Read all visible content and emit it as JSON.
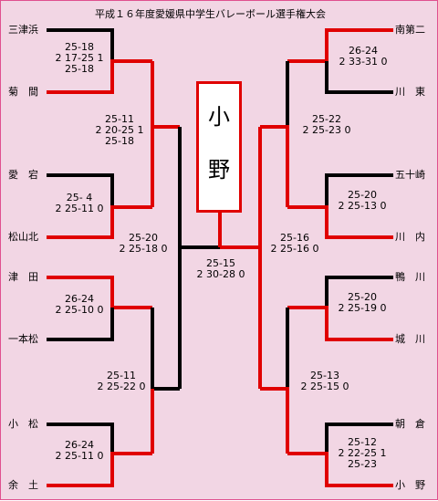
{
  "title": "平成１６年度愛媛県中学生バレーボール選手権大会",
  "champion": [
    "小",
    "野"
  ],
  "left_teams": [
    "三津浜",
    "菊　間",
    "愛　宕",
    "松山北",
    "津　田",
    "一本松",
    "小　松",
    "余　土"
  ],
  "right_teams": [
    "南第二",
    "川　東",
    "五十崎",
    "川　内",
    "鴨　川",
    "城　川",
    "朝　倉",
    "小　野"
  ],
  "scores": {
    "l1": [
      "25-18",
      "2 17-25 1",
      "25-18"
    ],
    "l2": [
      "25- 4",
      "2 25-11 0"
    ],
    "l3": [
      "26-24",
      "2 25-10 0"
    ],
    "l4": [
      "26-24",
      "2 25-11 0"
    ],
    "lq1": [
      "25-11",
      "2 20-25 1",
      "25-18"
    ],
    "lq2": [
      "25-11",
      "2 25-22 0"
    ],
    "ls": [
      "25-20",
      "2 25-18 0"
    ],
    "final": [
      "25-15",
      "2 30-28 0"
    ],
    "rs": [
      "25-16",
      "2 25-16 0"
    ],
    "rq1": [
      "25-22",
      "2 25-23 0"
    ],
    "rq2": [
      "25-13",
      "2 25-15 0"
    ],
    "r1": [
      "26-24",
      "2 33-31 0"
    ],
    "r2": [
      "25-20",
      "2 25-13 0"
    ],
    "r3": [
      "25-20",
      "2 25-19 0"
    ],
    "r4": [
      "25-12",
      "2 22-25 1",
      "25-23"
    ]
  },
  "colors": {
    "winner": "#e00000",
    "loser": "#000000",
    "background": "#f2d6e4",
    "border": "#e0508f"
  }
}
